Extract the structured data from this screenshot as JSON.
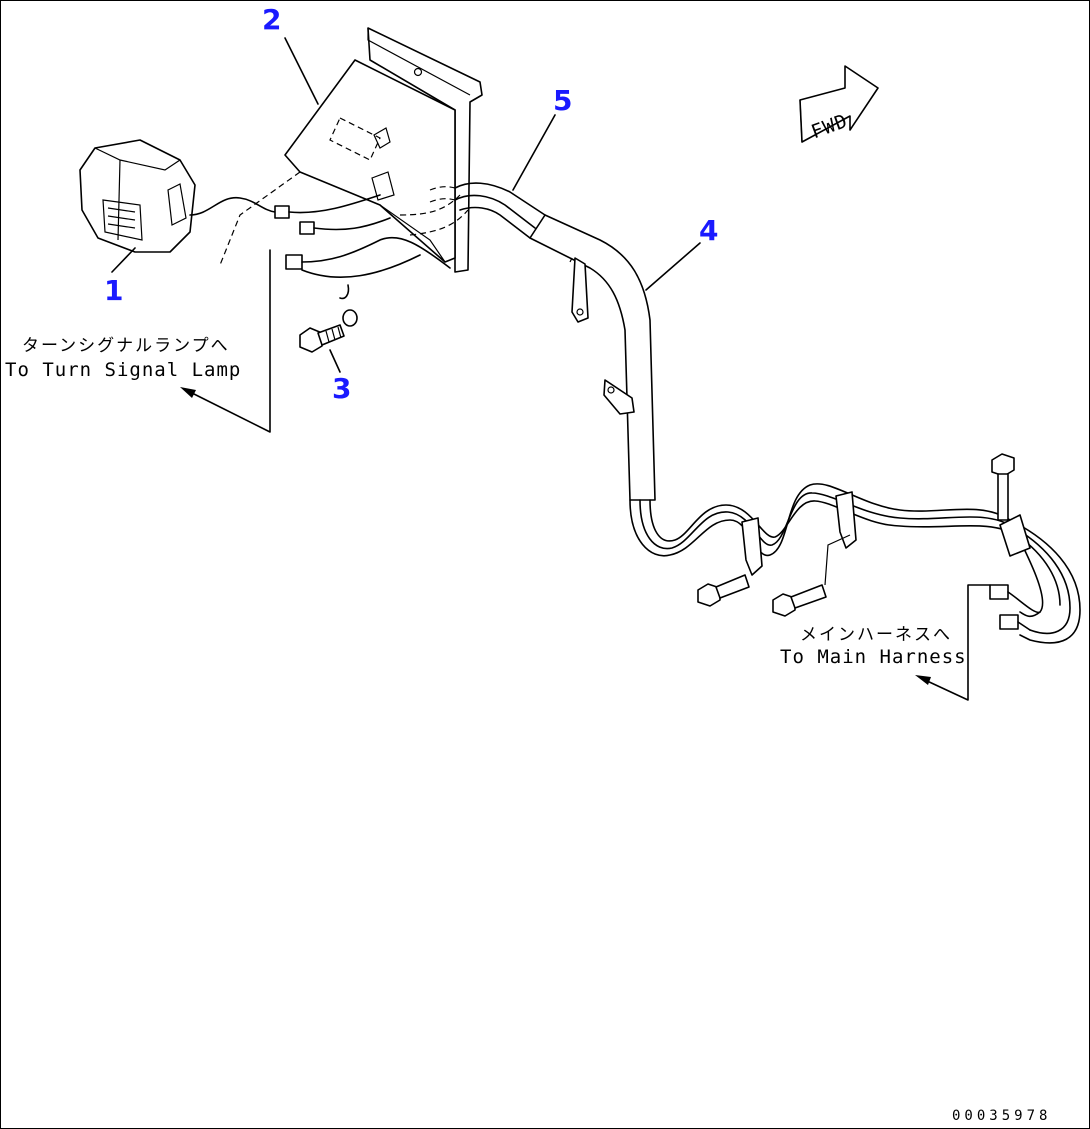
{
  "callouts": {
    "c1": "1",
    "c2": "2",
    "c3": "3",
    "c4": "4",
    "c5": "5"
  },
  "notes": {
    "turn_signal_jp": "ターンシグナルランプへ",
    "turn_signal_en": "To Turn Signal Lamp",
    "main_harness_jp": "メインハーネスへ",
    "main_harness_en": "To Main Harness"
  },
  "fwd_label": "FWD",
  "drawing_code": "00035978",
  "colors": {
    "callout": "#1a1aff",
    "line": "#000000",
    "background": "#ffffff"
  }
}
